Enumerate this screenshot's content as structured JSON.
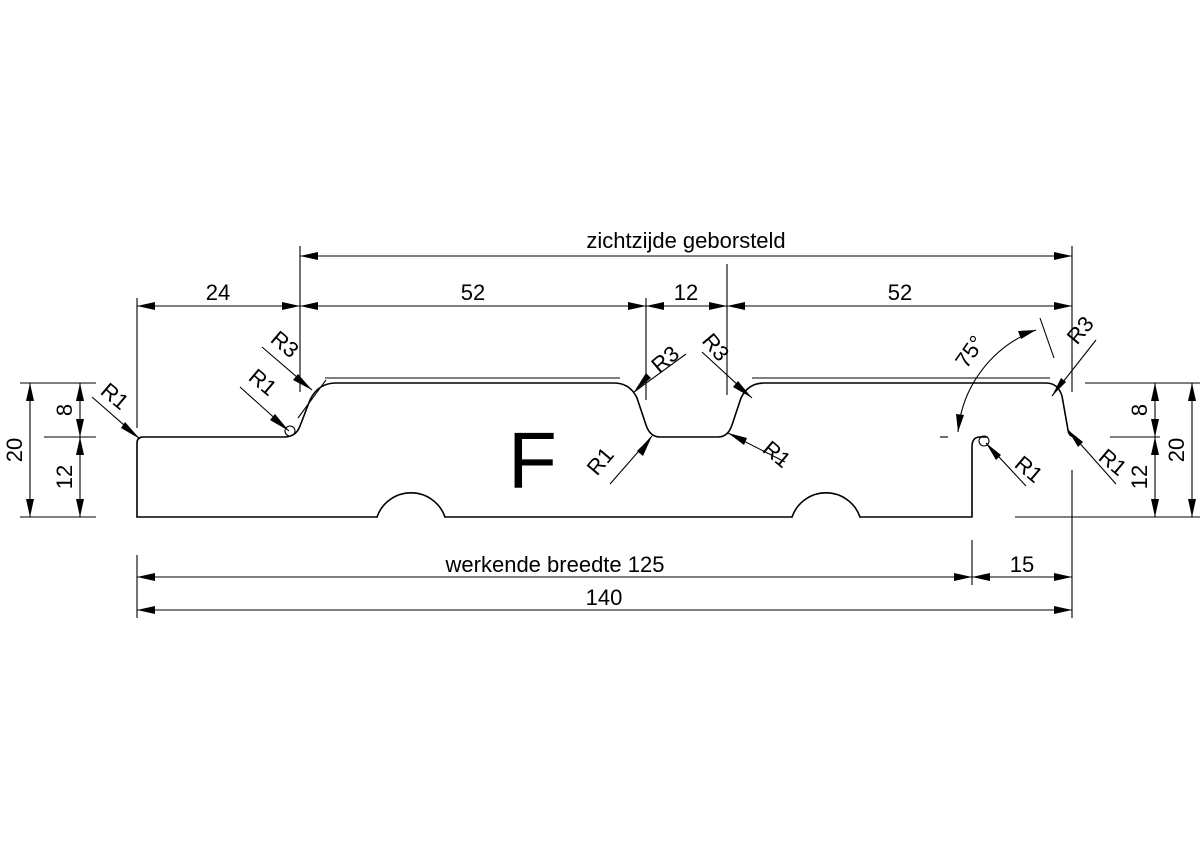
{
  "profile": {
    "letter": "F"
  },
  "dimensions": {
    "visible_side": "zichtzijde geborsteld",
    "d24": "24",
    "d52_left": "52",
    "d12_top": "12",
    "d52_right": "52",
    "working_width": "werkende breedte 125",
    "d15": "15",
    "total": "140",
    "height_left": "20",
    "upper_left": "8",
    "lower_left": "12",
    "height_right": "20",
    "upper_right": "8",
    "lower_right": "12",
    "angle": "75°"
  },
  "radii": {
    "r1": "R1",
    "r3": "R3"
  }
}
